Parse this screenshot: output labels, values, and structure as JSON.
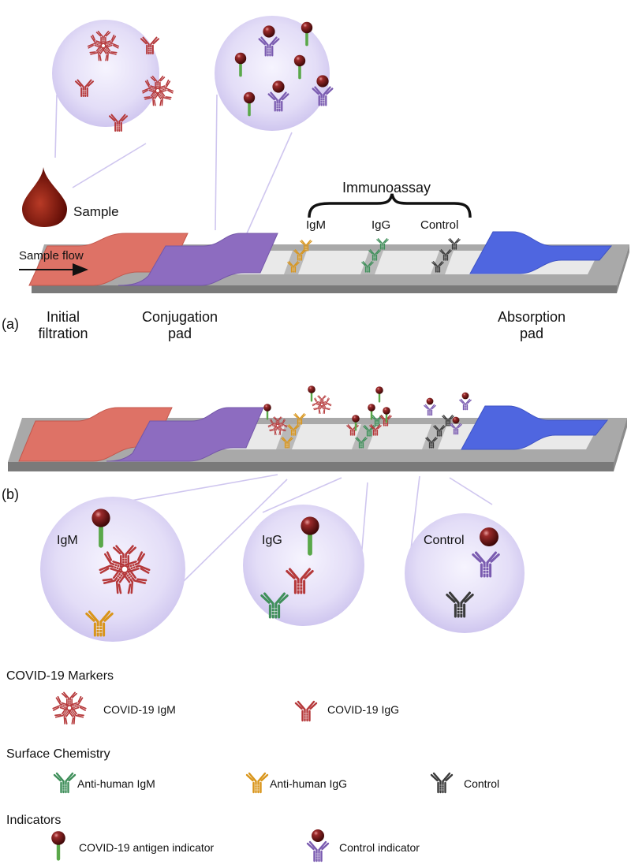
{
  "panel_a": {
    "label": "(a)",
    "immunoassay": "Immunoassay",
    "sample": "Sample",
    "sample_flow": "Sample flow",
    "lines": [
      "IgM",
      "IgG",
      "Control"
    ],
    "initial_filtration": "Initial\nfiltration",
    "conjugation_pad": "Conjugation\npad",
    "absorption_pad": "Absorption\npad"
  },
  "panel_b": {
    "label": "(b)",
    "zoom_labels": [
      "IgM",
      "IgG",
      "Control"
    ]
  },
  "legend": {
    "markers_title": "COVID-19 Markers",
    "covid_igm": "COVID-19 IgM",
    "covid_igg": "COVID-19 IgG",
    "surface_title": "Surface Chemistry",
    "anti_igm": "Anti-human IgM",
    "anti_igg": "Anti-human IgG",
    "control": "Control",
    "indicators_title": "Indicators",
    "antigen_indicator": "COVID-19 antigen indicator",
    "control_indicator": "Control indicator"
  },
  "colors": {
    "covid_red": "#b5383a",
    "anti_igm_green": "#3f8f5a",
    "anti_igg_orange": "#d9951a",
    "control_dark": "#3a3a3a",
    "control_indicator_purple": "#7a5bb0",
    "bead": "#6e1414",
    "filtration_pad": "#de7266",
    "conjugation_pad": "#8d6cc0",
    "absorption_pad": "#4f66e0",
    "strip_base": "#9a9a9a",
    "zoom_circle": "#e6e2f8"
  },
  "icons": [
    "blood-drop-icon",
    "arrow-icon",
    "antibody-y-icon",
    "pentamer-igm-icon",
    "antigen-bead-icon"
  ]
}
